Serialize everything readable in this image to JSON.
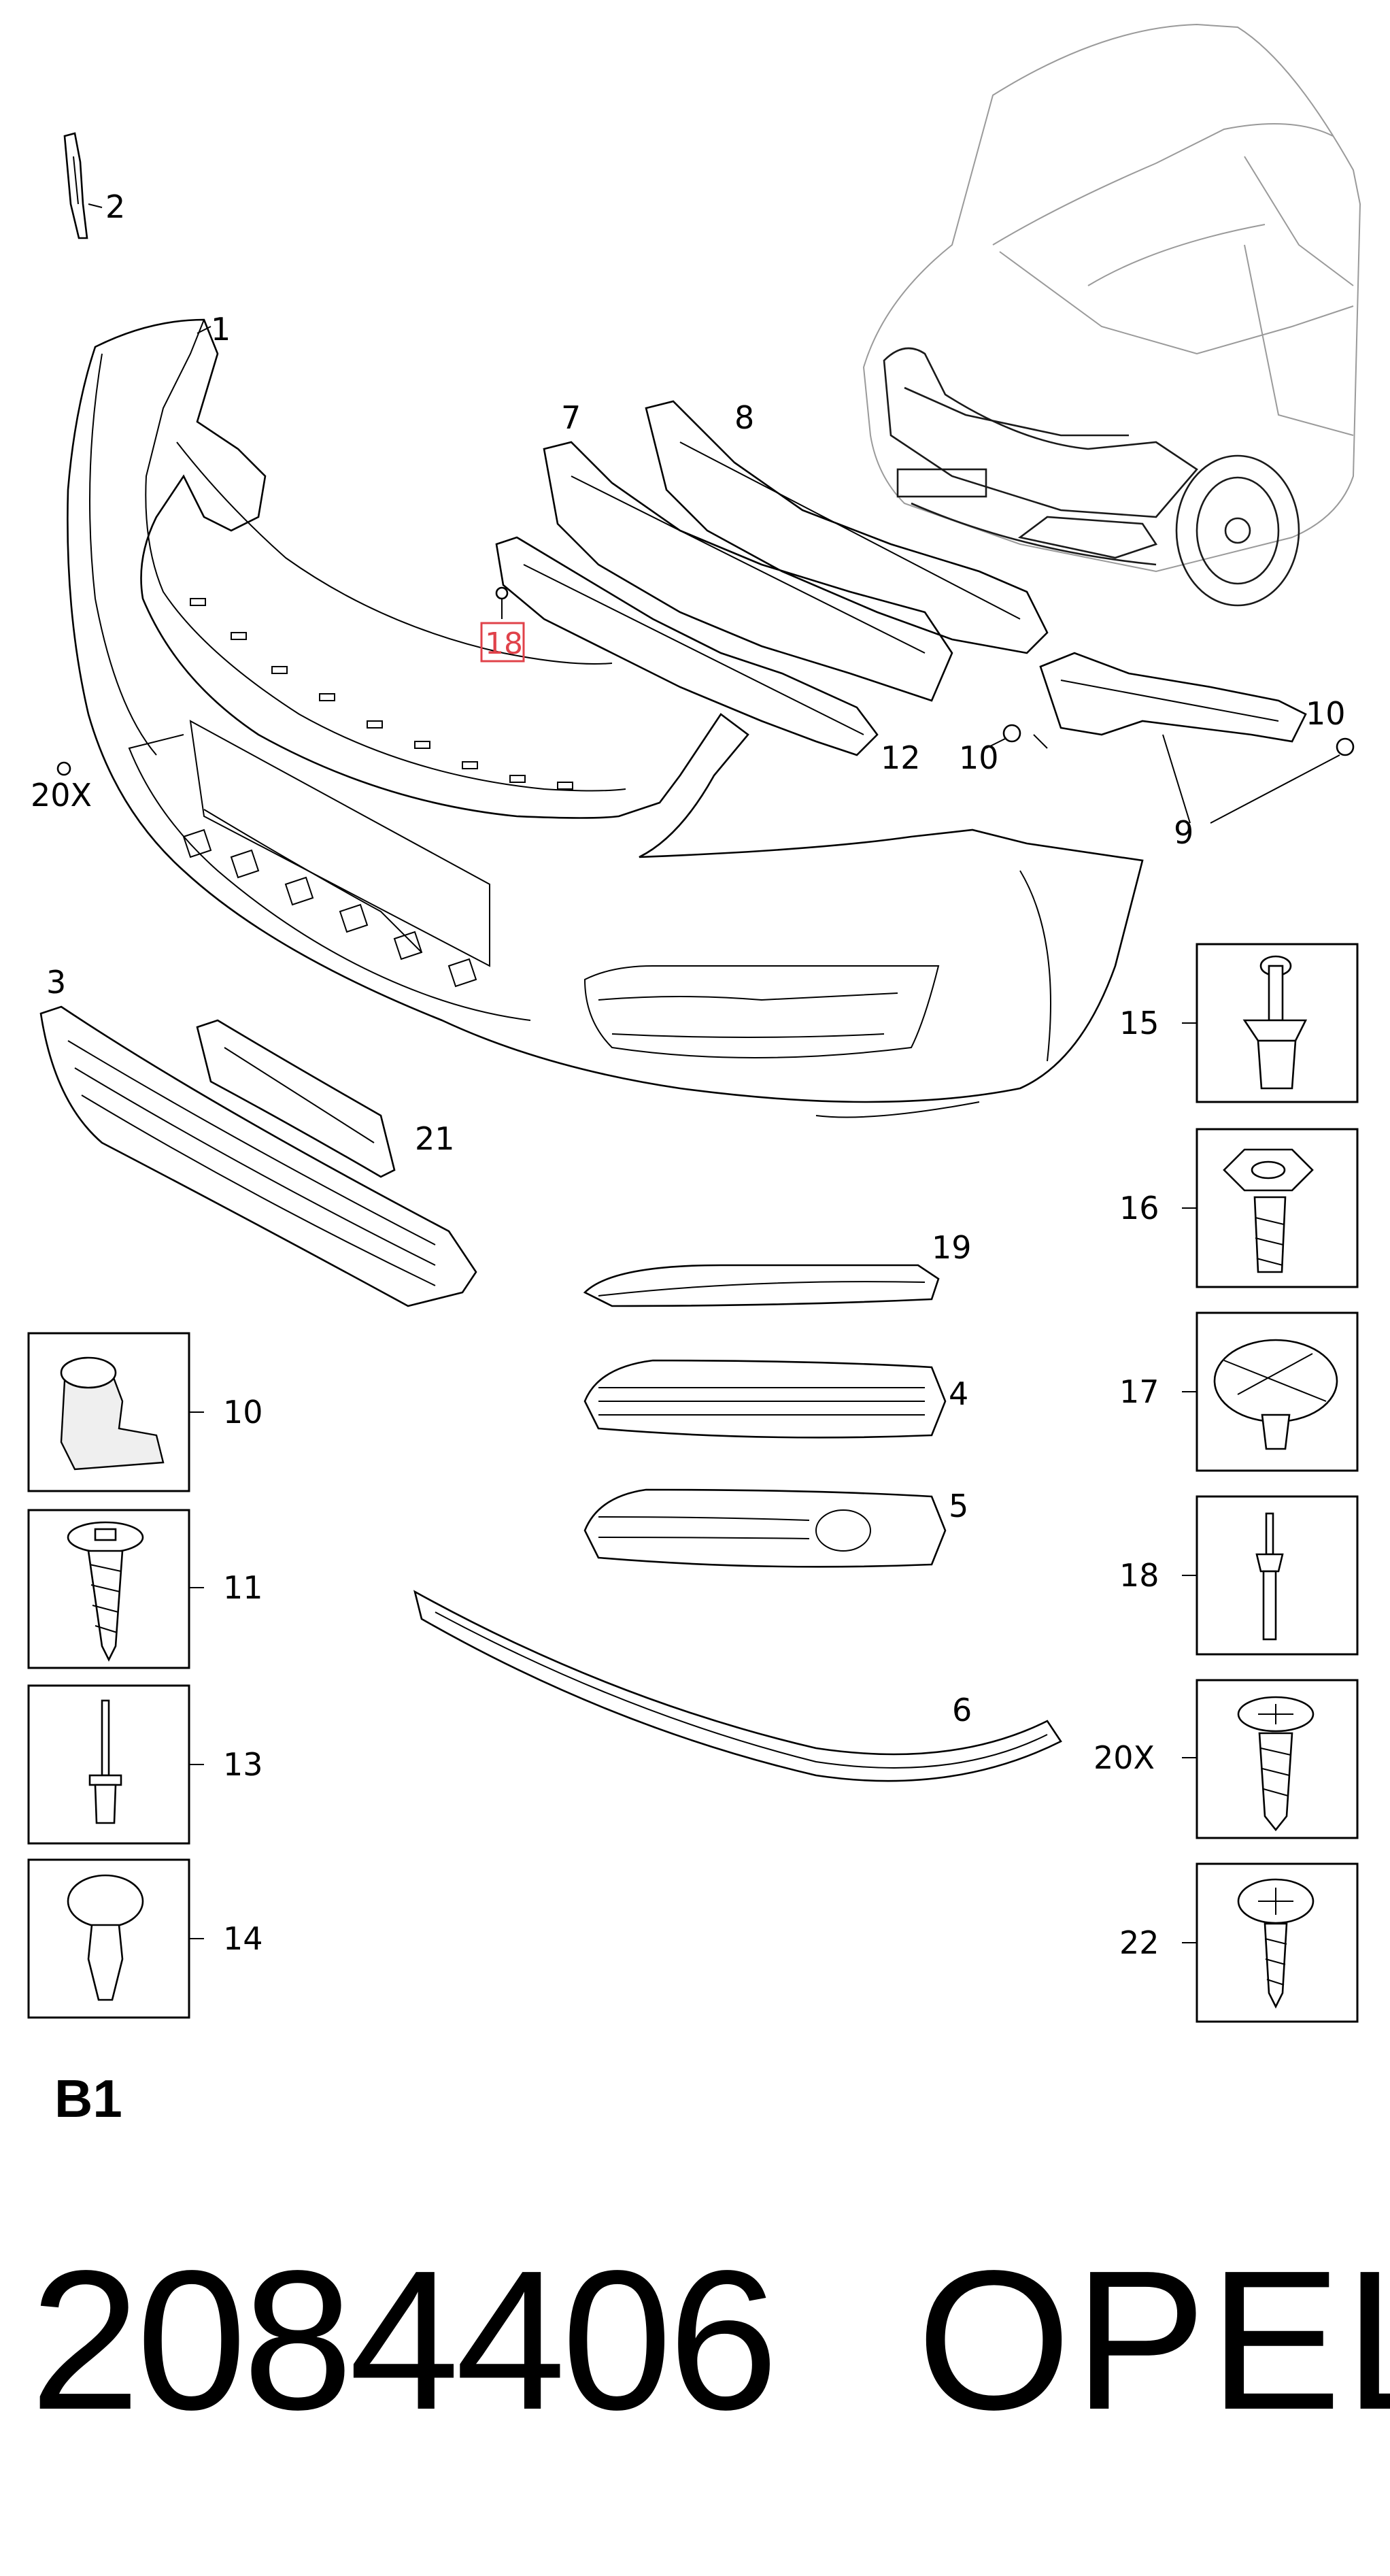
{
  "section_label": "B1",
  "diagram_code": "2084406",
  "brand": "OPEL",
  "accent_color": "#e0424a",
  "highlighted_part": "18",
  "callouts": {
    "c1": "1",
    "c2": "2",
    "c3": "3",
    "c4": "4",
    "c5": "5",
    "c6": "6",
    "c7": "7",
    "c8": "8",
    "c9": "9",
    "c10a": "10",
    "c10b": "10",
    "c12": "12",
    "c18": "18",
    "c19": "19",
    "c20x": "20X",
    "c21": "21"
  },
  "fasteners_left": [
    {
      "label": "10",
      "icon": "clip-nut-icon"
    },
    {
      "label": "11",
      "icon": "washer-screw-icon"
    },
    {
      "label": "13",
      "icon": "rivet-icon"
    },
    {
      "label": "14",
      "icon": "push-clip-icon"
    }
  ],
  "fasteners_right": [
    {
      "label": "15",
      "icon": "expansion-rivet-icon"
    },
    {
      "label": "16",
      "icon": "hex-bolt-icon"
    },
    {
      "label": "17",
      "icon": "cap-clip-icon"
    },
    {
      "label": "18",
      "icon": "blind-rivet-icon"
    },
    {
      "label": "20X",
      "icon": "phillips-washer-screw-icon"
    },
    {
      "label": "22",
      "icon": "phillips-screw-icon"
    }
  ]
}
